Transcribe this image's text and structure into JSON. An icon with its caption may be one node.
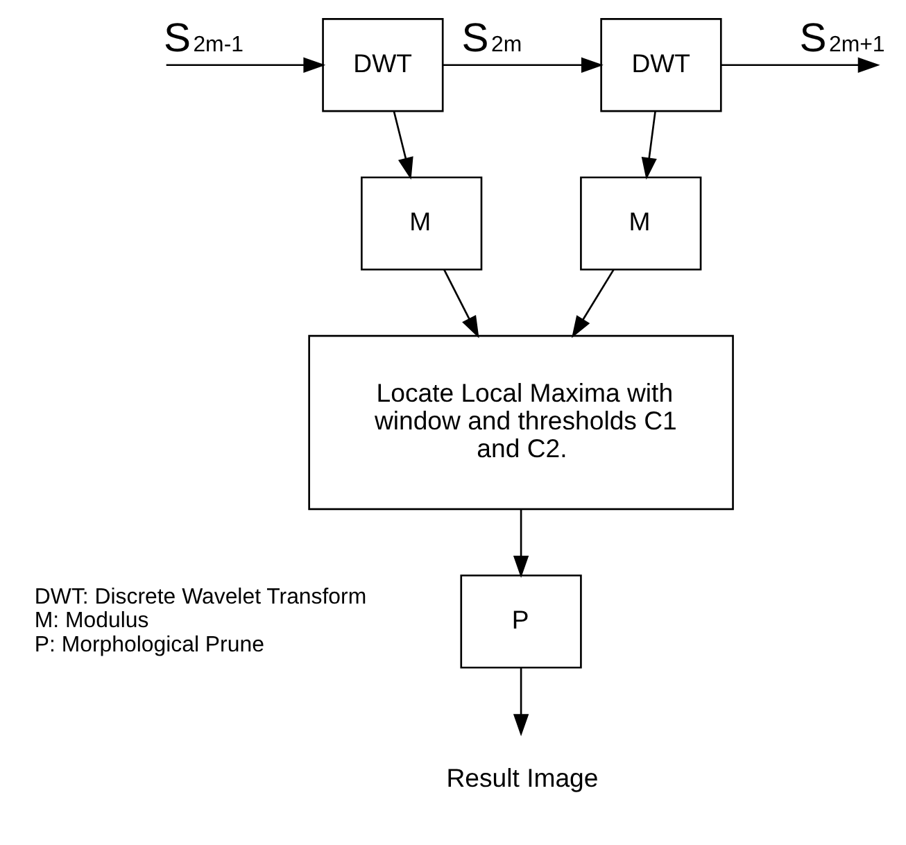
{
  "diagram": {
    "nodes": [
      {
        "text": [
          "DWT"
        ]
      },
      {
        "text": [
          "DWT"
        ]
      },
      {
        "text": [
          "M"
        ]
      },
      {
        "text": [
          "M"
        ]
      },
      {
        "text": [
          "Locate Local Maxima with window and thresholds C1 and C2."
        ]
      },
      {
        "text": [
          "P"
        ]
      },
      {
        "text": [
          "Result Image"
        ]
      }
    ],
    "edges": [
      {
        "from": null,
        "to": 0,
        "arrow": "to",
        "label": "S$_{2}$$^{m-1}$"
      },
      {
        "from": 0,
        "to": 1,
        "arrow": "to",
        "label": "S$_{2}$$^{m}$"
      },
      {
        "from": 1,
        "to": null,
        "arrow": "to",
        "label": "S$_{2}$$^{m+1}$"
      },
      {
        "from": 0,
        "to": 2,
        "arrow": "to"
      },
      {
        "from": 1,
        "to": 3,
        "arrow": "to"
      },
      {
        "from": 2,
        "to": 4,
        "arrow": "to"
      },
      {
        "from": 3,
        "to": 4,
        "arrow": "to"
      },
      {
        "from": 4,
        "to": 5,
        "arrow": "to"
      },
      {
        "from": 5,
        "to": 6,
        "arrow": "to"
      }
    ],
    "labels": [
      "DWT: Discrete Wavelet Transform",
      "M: Modulus",
      "P: Morphological Prune"
    ]
  }
}
